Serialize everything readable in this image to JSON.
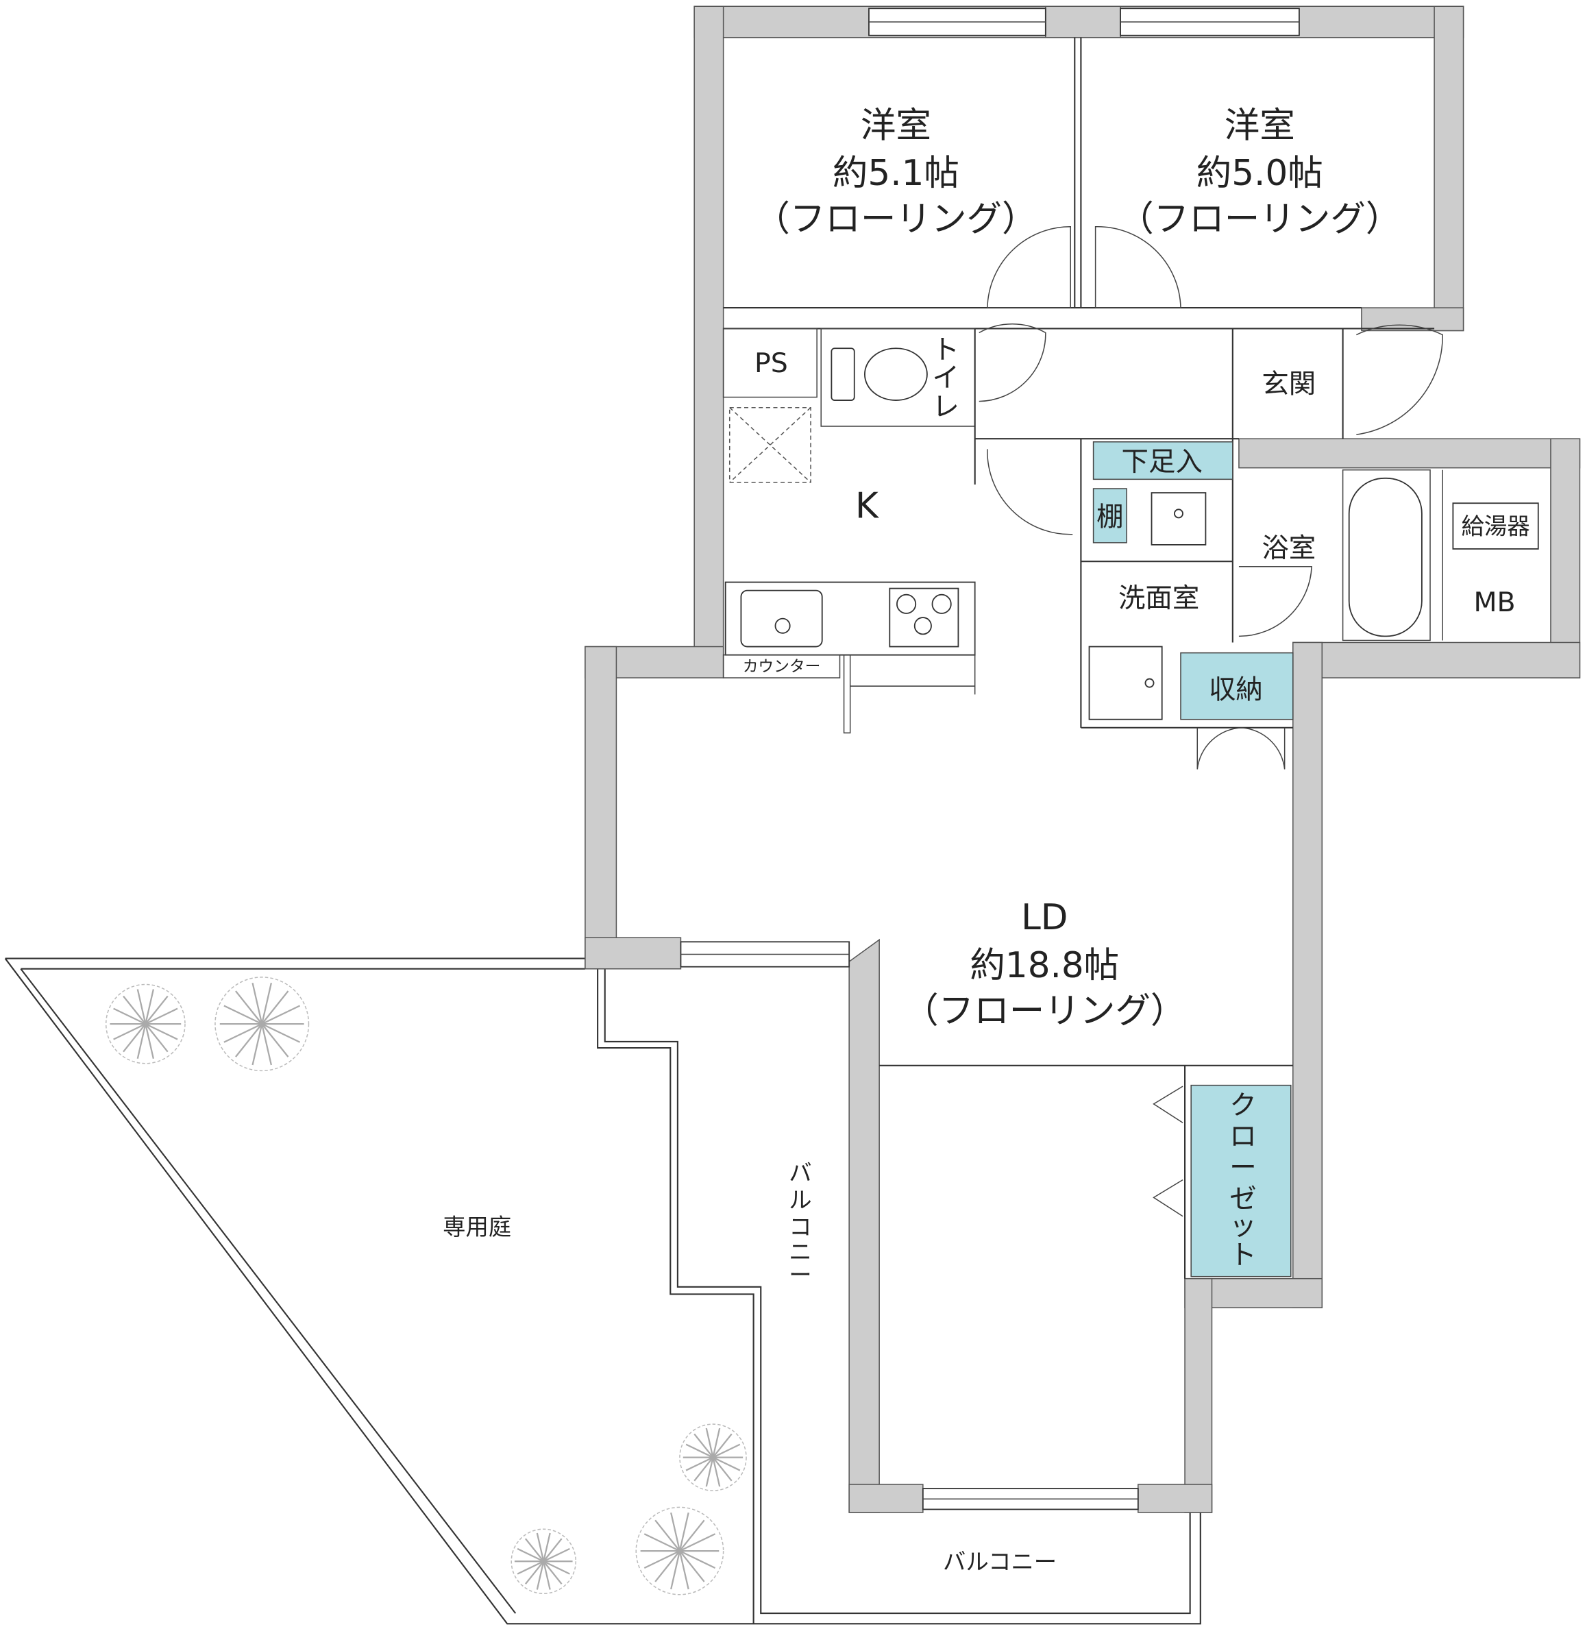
{
  "rooms": {
    "bedroom1": {
      "name": "洋室",
      "size": "約5.1帖",
      "floor": "（フローリング）"
    },
    "bedroom2": {
      "name": "洋室",
      "size": "約5.0帖",
      "floor": "（フローリング）"
    },
    "ps": "PS",
    "toilet": [
      "ト",
      "イ",
      "レ"
    ],
    "entrance": "玄関",
    "shoe_storage": "下足入",
    "shelf": "棚",
    "kitchen": "K",
    "counter": "カウンター",
    "washroom": "洗面室",
    "bathroom": "浴室",
    "water_heater": "給湯器",
    "mb": "MB",
    "storage": "収納",
    "living": {
      "name": "LD",
      "size": "約18.8帖",
      "floor": "（フローリング）"
    },
    "closet": [
      "ク",
      "ロ",
      "ー",
      "ゼ",
      "ッ",
      "ト"
    ],
    "balcony_side": [
      "バ",
      "ル",
      "コ",
      "ニ",
      "ー"
    ],
    "balcony_bottom": "バルコニー",
    "garden": "専用庭"
  },
  "colors": {
    "wall": "#cdcdcd",
    "storage": "#b0dde4"
  }
}
